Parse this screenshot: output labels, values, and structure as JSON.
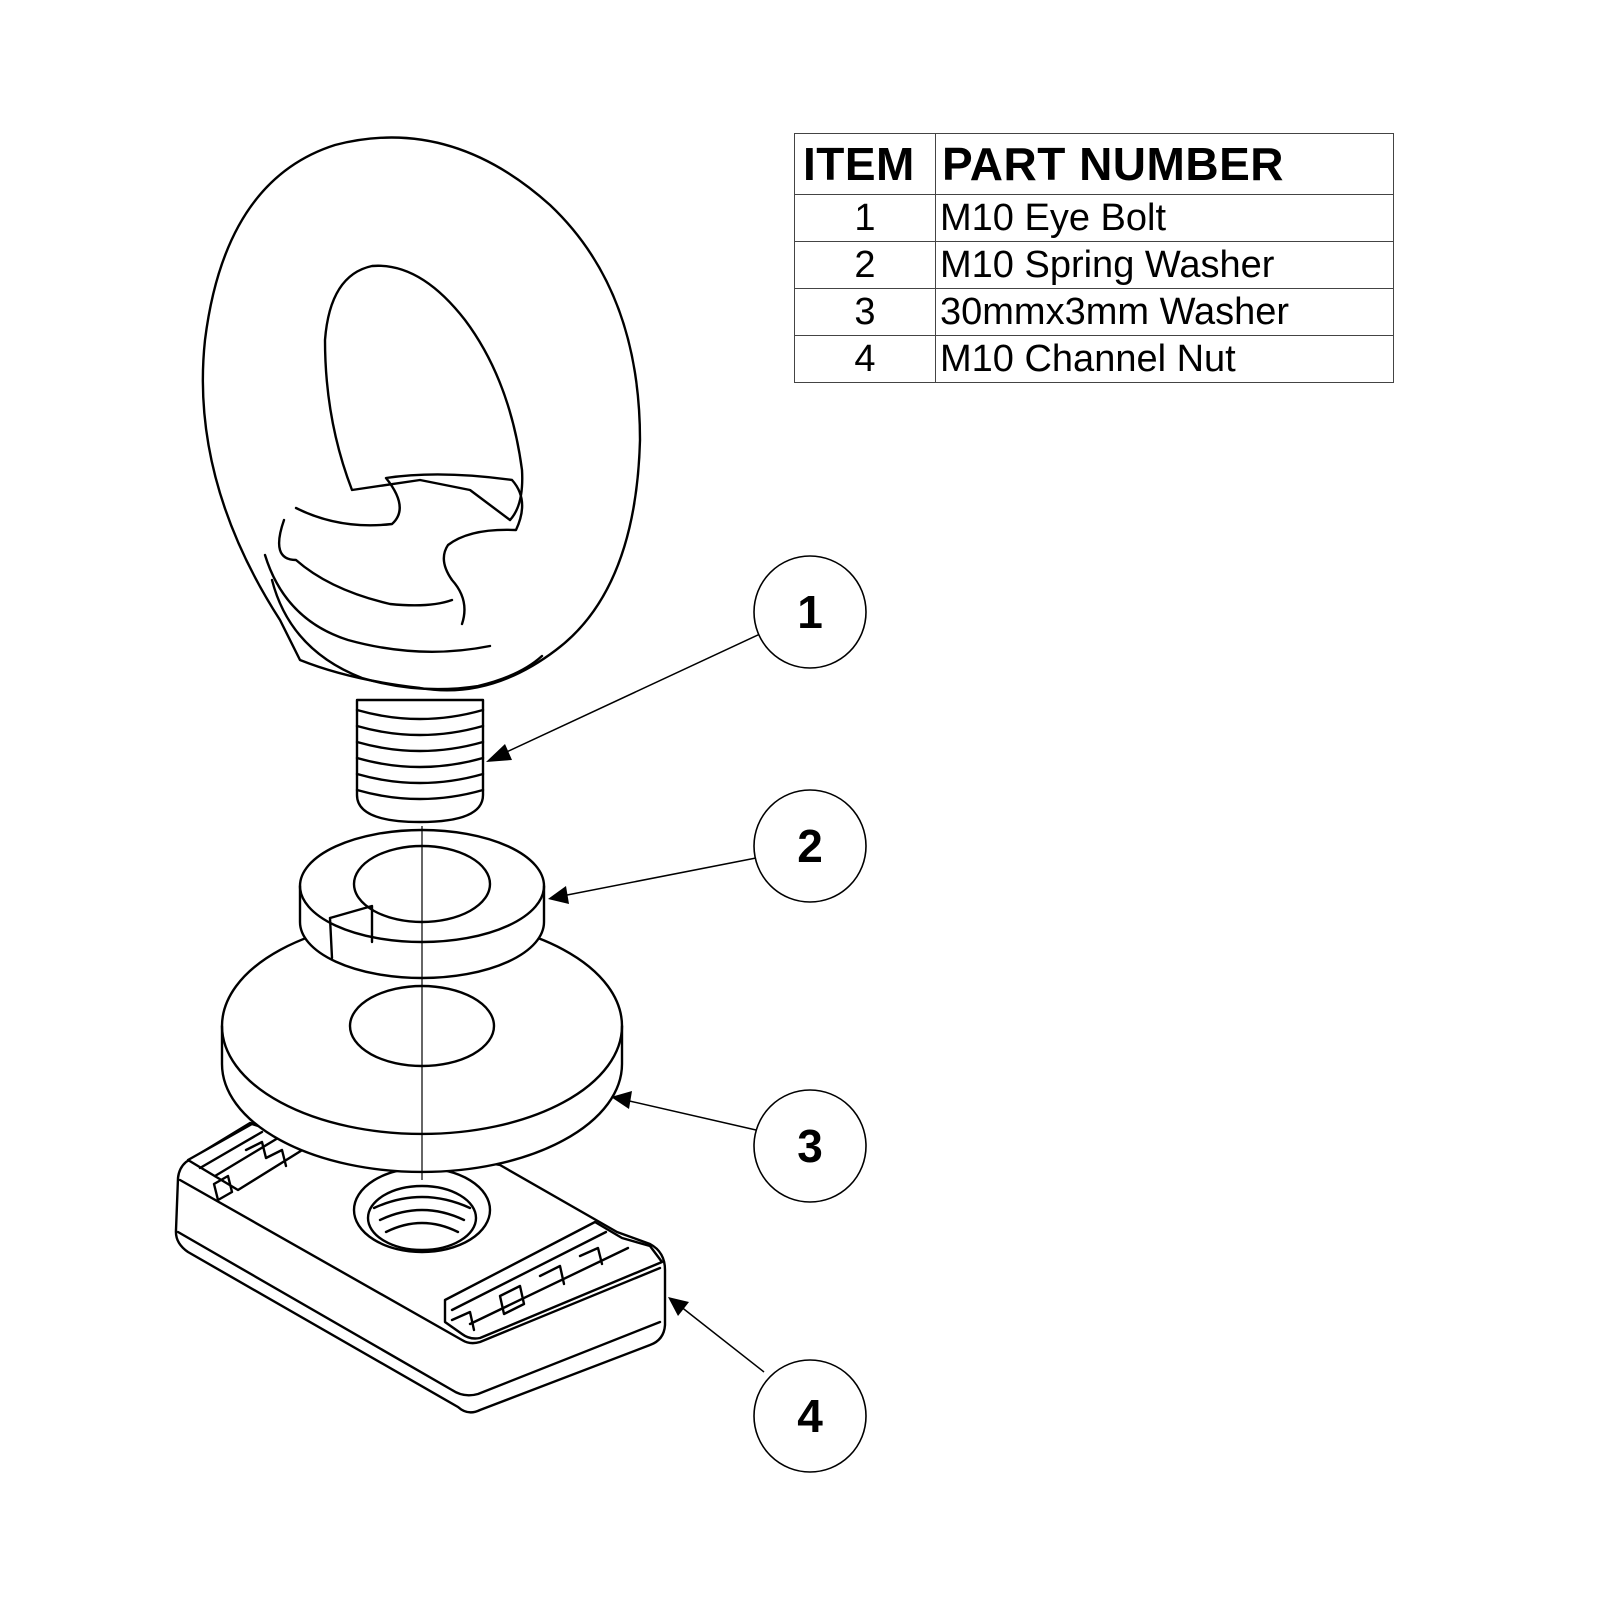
{
  "bom": {
    "headers": {
      "item": "ITEM",
      "part_number": "PART NUMBER"
    },
    "rows": [
      {
        "item": "1",
        "part_number": "M10 Eye Bolt"
      },
      {
        "item": "2",
        "part_number": "M10 Spring Washer"
      },
      {
        "item": "3",
        "part_number": "30mmx3mm Washer"
      },
      {
        "item": "4",
        "part_number": "M10 Channel Nut"
      }
    ]
  },
  "balloons": [
    {
      "label": "1",
      "refers_to": "M10 Eye Bolt"
    },
    {
      "label": "2",
      "refers_to": "M10 Spring Washer"
    },
    {
      "label": "3",
      "refers_to": "30mmx3mm Washer"
    },
    {
      "label": "4",
      "refers_to": "M10 Channel Nut"
    }
  ],
  "colors": {
    "line": "#000000",
    "background": "#ffffff",
    "table_border": "#444444"
  }
}
